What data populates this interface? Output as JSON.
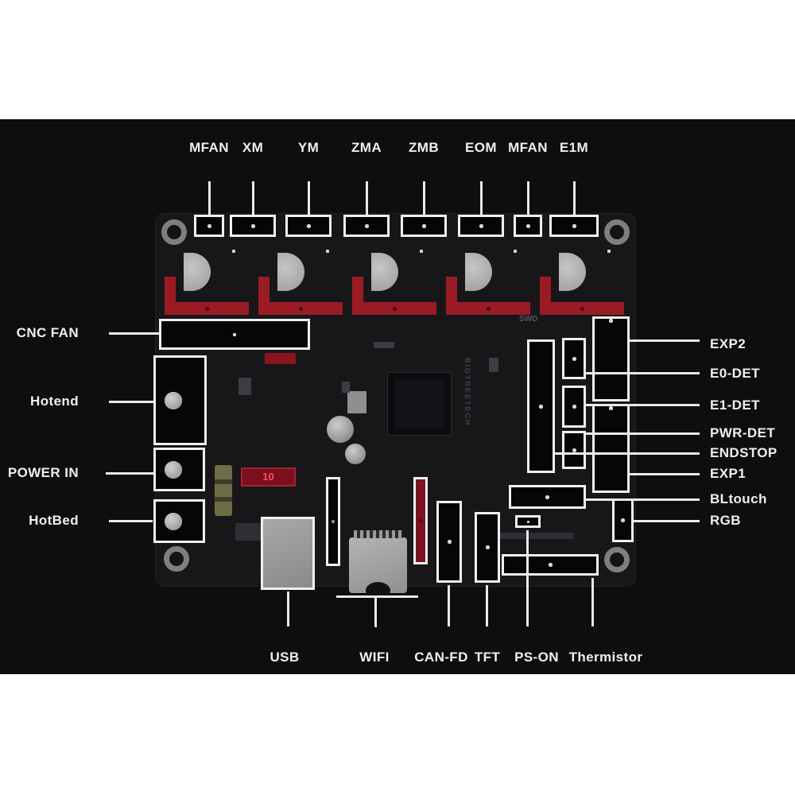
{
  "labels": {
    "top": [
      "MFAN",
      "XM",
      "YM",
      "ZMA",
      "ZMB",
      "EOM",
      "MFAN",
      "E1M"
    ],
    "left": [
      "CNC FAN",
      "Hotend",
      "POWER IN",
      "HotBed"
    ],
    "right": [
      "EXP2",
      "E0-DET",
      "E1-DET",
      "PWR-DET",
      "ENDSTOP",
      "EXP1",
      "BLtouch",
      "RGB"
    ],
    "bottom": [
      "USB",
      "WIFI",
      "CAN-FD",
      "TFT",
      "PS-ON",
      "Thermistor"
    ]
  },
  "board": {
    "brand": "BIGTREETECH",
    "swd": "SWD",
    "fuse": "10"
  },
  "colors": {
    "page_background": "#ffffff",
    "diagram_background": "#0d0e10",
    "pcb": "#17171a",
    "annotation_white": "#f0f0f0",
    "socket_red": "#9b1b24"
  }
}
